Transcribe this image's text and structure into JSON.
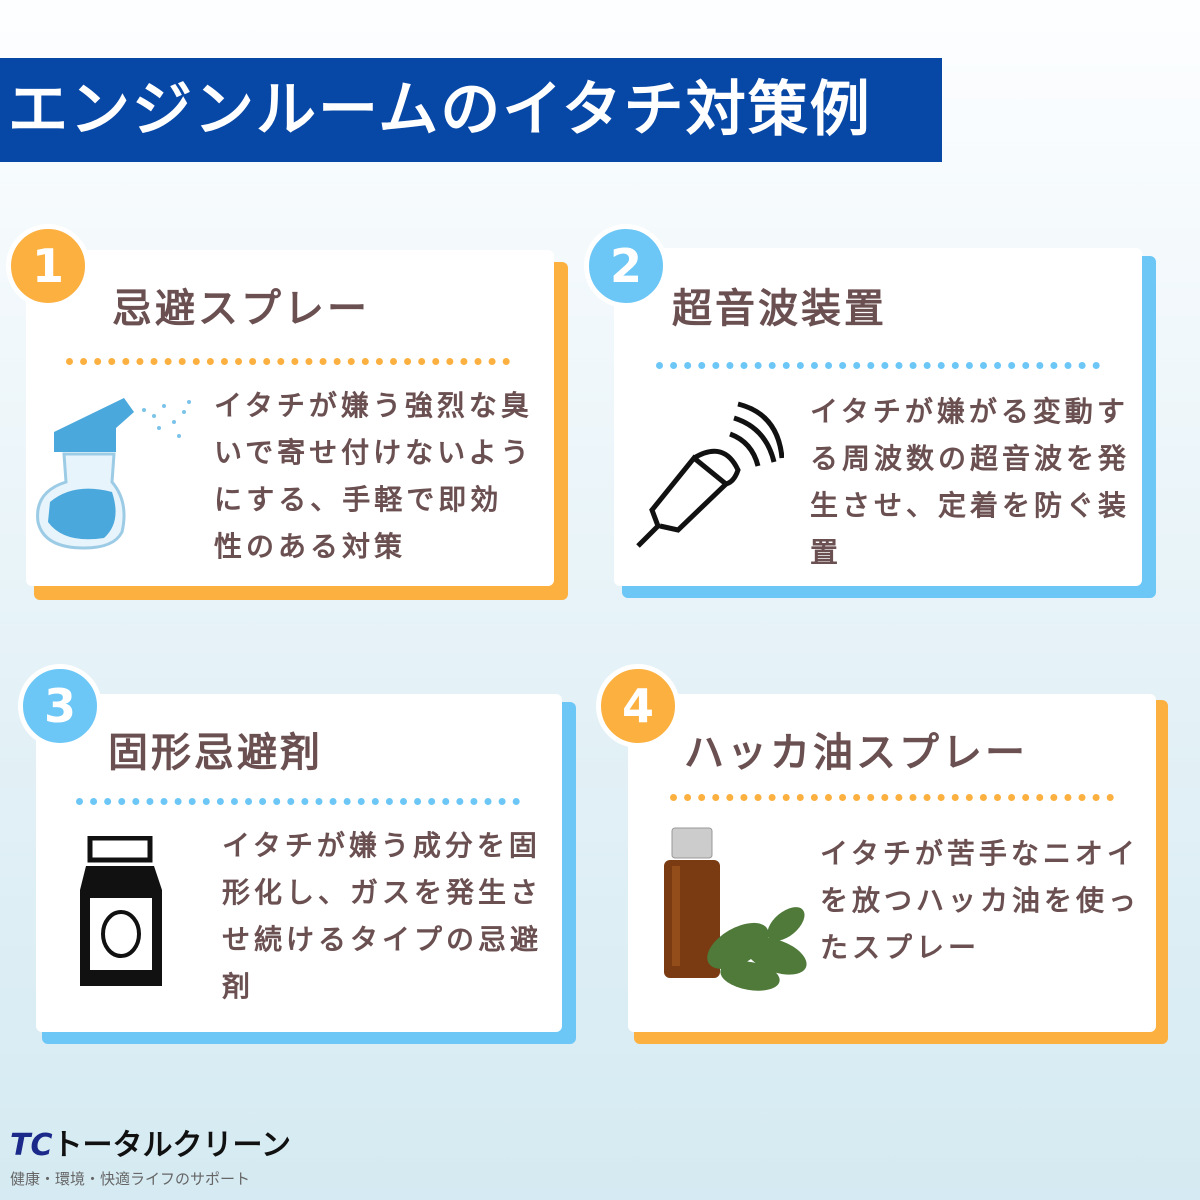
{
  "title": "エンジンルームのイタチ対策例",
  "colors": {
    "orange": "#fbb040",
    "blue": "#6cc7f7",
    "title_bg": "#0747a6",
    "text": "#6b5052"
  },
  "cards": [
    {
      "number": "1",
      "title": "忌避スプレー",
      "text": "イタチが嫌う強烈な臭いで寄せ付けないようにする、手軽で即効性のある対策",
      "icon": "spray-bottle-icon"
    },
    {
      "number": "2",
      "title": "超音波装置",
      "text": "イタチが嫌がる変動する周波数の超音波を発生させ、定着を防ぐ装置",
      "icon": "ultrasonic-device-icon"
    },
    {
      "number": "3",
      "title": "固形忌避剤",
      "text": "イタチが嫌う成分を固形化し、ガスを発生させ続けるタイプの忌避剤",
      "icon": "solid-repellent-bottle-icon"
    },
    {
      "number": "4",
      "title": "ハッカ油スプレー",
      "text": "イタチが苦手なニオイを放つハッカ油を使ったスプレー",
      "icon": "mint-oil-bottle-icon"
    }
  ],
  "logo": {
    "brand": "TC",
    "name": "トータルクリーン",
    "tagline": "健康・環境・快適ライフのサポート"
  }
}
